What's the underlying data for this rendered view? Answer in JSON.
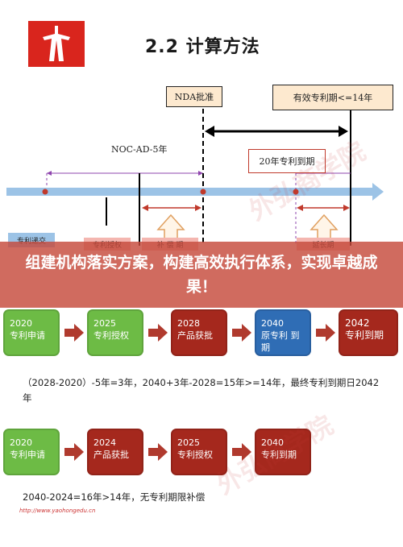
{
  "header": {
    "title": "2.2 计算方法"
  },
  "timeline": {
    "nda_label": "NDA批准",
    "patent_valid_label": "有效专利期<=14年",
    "noc_label": "NOC-AD-5年",
    "expire_label": "20年专利到期",
    "apply_label": "专利递交",
    "grant_label": "专利授权",
    "extend_a_label": "补 偿 期",
    "extend_b_label": "延长期"
  },
  "banner": {
    "text": "组建机构落实方案，构建高效执行体系，实现卓越成果！"
  },
  "row1": [
    {
      "year": "2020",
      "label": "专利申请"
    },
    {
      "year": "2025",
      "label": "专利授权"
    },
    {
      "year": "2028",
      "label": "产品获批"
    },
    {
      "year": "2040",
      "label": "原专利 到期"
    },
    {
      "year": "2042",
      "label": "专利到期"
    }
  ],
  "note1": "（2028-2020）-5年=3年，2040+3年-2028=15年>=14年，最终专利到期日2042年",
  "row2": [
    {
      "year": "2020",
      "label": "专利申请"
    },
    {
      "year": "2024",
      "label": "产品获批"
    },
    {
      "year": "2025",
      "label": "专利授权"
    },
    {
      "year": "2040",
      "label": "专利到期"
    }
  ],
  "note2": "2040-2024=16年>14年，无专利期限补偿",
  "footer": {
    "url": "http://www.yaohongedu.cn"
  },
  "watermark": {
    "text": "外弘商学院"
  },
  "colors": {
    "green": "#6dbb45",
    "red": "#a5281d",
    "blue": "#2f6db5",
    "brand": "#d9251d"
  }
}
